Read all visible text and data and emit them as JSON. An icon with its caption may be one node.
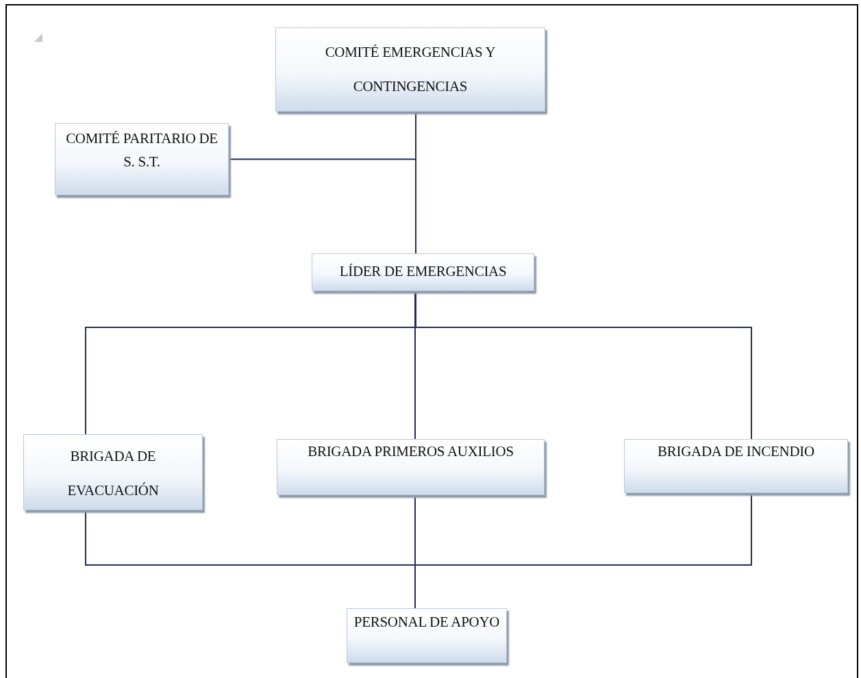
{
  "diagram": {
    "nodes": [
      {
        "text": [
          "COMITÉ EMERGENCIAS Y CONTINGENCIAS"
        ]
      },
      {
        "text": [
          "COMITÉ PARITARIO DE S. S.T."
        ]
      },
      {
        "text": [
          "LÍDER DE EMERGENCIAS"
        ]
      },
      {
        "text": [
          "BRIGADA DE EVACUACIÓN"
        ]
      },
      {
        "text": [
          "BRIGADA PRIMEROS AUXILIOS"
        ]
      },
      {
        "text": [
          "BRIGADA DE INCENDIO"
        ]
      },
      {
        "text": [
          "PERSONAL DE APOYO"
        ]
      }
    ],
    "edges": [
      {
        "from": 0,
        "to": 2,
        "arrow": "none"
      },
      {
        "from": 1,
        "to": 2,
        "arrow": "none"
      },
      {
        "from": 2,
        "to": 3,
        "arrow": "none"
      },
      {
        "from": 2,
        "to": 4,
        "arrow": "none"
      },
      {
        "from": 2,
        "to": 5,
        "arrow": "none"
      },
      {
        "from": 3,
        "to": 6,
        "arrow": "none"
      },
      {
        "from": 4,
        "to": 6,
        "arrow": "none"
      },
      {
        "from": 5,
        "to": 6,
        "arrow": "none"
      }
    ]
  }
}
